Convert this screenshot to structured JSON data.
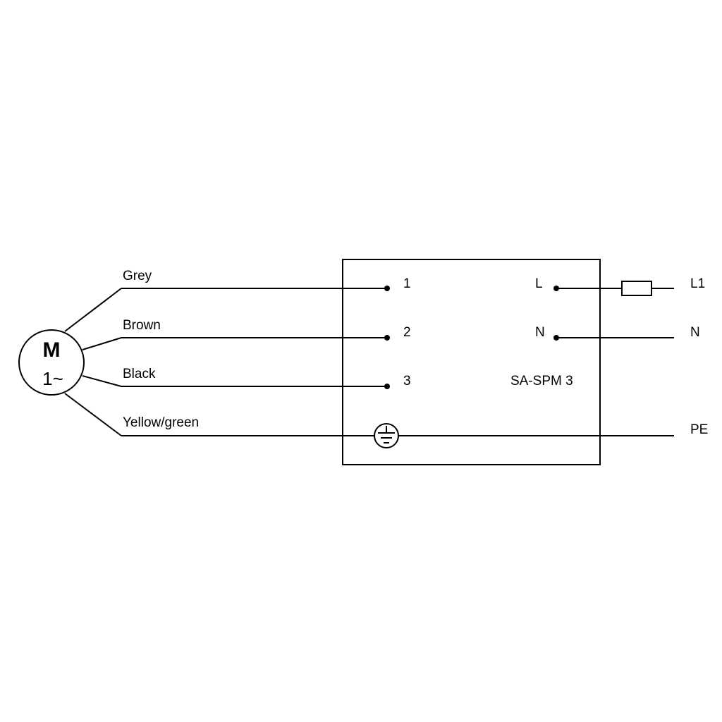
{
  "motor": {
    "label": "M",
    "subtitle": "1~"
  },
  "wires": {
    "grey": "Grey",
    "brown": "Brown",
    "black": "Black",
    "yellow_green": "Yellow/green"
  },
  "terminals": {
    "t1": "1",
    "t2": "2",
    "t3": "3",
    "l": "L",
    "n": "N"
  },
  "module": {
    "name": "SA-SPM 3"
  },
  "supply": {
    "l1": "L1",
    "n": "N",
    "pe": "PE"
  }
}
